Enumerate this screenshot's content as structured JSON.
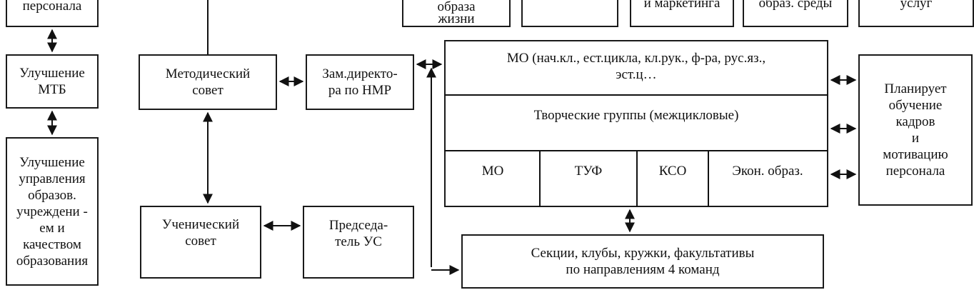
{
  "top_row": [
    {
      "id": "t1",
      "text": "персонала"
    },
    {
      "id": "t2",
      "text": "образа\nжизни"
    },
    {
      "id": "t3",
      "text": ""
    },
    {
      "id": "t4",
      "text": "и маркетинга"
    },
    {
      "id": "t5",
      "text": "образ. среды"
    },
    {
      "id": "t6",
      "text": "услуг"
    }
  ],
  "left_column": {
    "mtb": "Улучшение\nМТБ",
    "management": "Улучшение\nуправления\nобразов.\nучреждени  -\nем и\nкачеством\nобразования"
  },
  "center": {
    "method_council": "Методический\nсовет",
    "deputy_director": "Зам.директо-\nра по НМР",
    "student_council": "Ученический\nсовет",
    "chairman": "Председа-\nтель УС"
  },
  "mo_block": {
    "header": "МО (нач.кл., ест.цикла, кл.рук., ф-ра, рус.яз.,\nэст.ц…",
    "creative_groups": "Творческие группы (межцикловые)",
    "cells": [
      "МО",
      "ТУФ",
      "КСО",
      "Экон. образ."
    ]
  },
  "right_box": "Планирует\nобучение\nкадров\nи\nмотивацию\nперсонала",
  "sections_box": "Секции, клубы, кружки, факультативы\nпо направлениям 4 команд"
}
